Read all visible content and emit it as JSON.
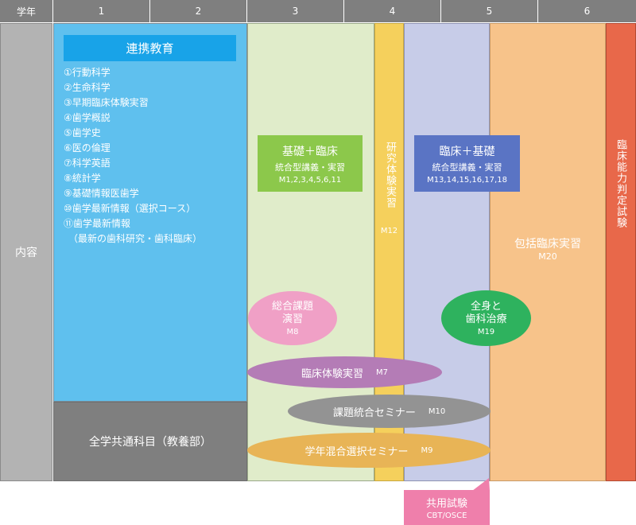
{
  "header": {
    "label": "学年",
    "years": [
      "1",
      "2",
      "3",
      "4",
      "5",
      "6"
    ]
  },
  "row_label": "内容",
  "renkei": {
    "title": "連携教育",
    "items": [
      "①行動科学",
      "②生命科学",
      "③早期臨床体験実習",
      "④歯学概説",
      "⑤歯学史",
      "⑥医の倫理",
      "⑦科学英語",
      "⑧統計学",
      "⑨基礎情報医歯学",
      "⑩歯学最新情報（選択コース）",
      "⑪歯学最新情報",
      "（最新の歯科研究・歯科臨床）"
    ]
  },
  "zengaku": "全学共通科目（教養部）",
  "kiso_rinsho": {
    "title": "基礎＋臨床",
    "sub": "統合型講義・実習",
    "code": "M1,2,3,4,5,6,11"
  },
  "kenkyu": {
    "title": "研究体験実習",
    "code": "M12"
  },
  "rinsho_kiso": {
    "title": "臨床＋基礎",
    "sub": "統合型講義・実習",
    "code": "M13,14,15,16,17,18"
  },
  "houkatsu": {
    "title": "包括臨床実習",
    "code": "M20"
  },
  "shiken": "臨床能力判定試験",
  "sogo_kadai": {
    "line1": "総合課題",
    "line2": "演習",
    "code": "M8"
  },
  "zenshin": {
    "line1": "全身と",
    "line2": "歯科治療",
    "code": "M19"
  },
  "rinsho_taiken": {
    "title": "臨床体験実習",
    "code": "M7"
  },
  "kadai_togo": {
    "title": "課題統合セミナー",
    "code": "M10"
  },
  "gakunen": {
    "title": "学年混合選択セミナー",
    "code": "M9"
  },
  "kyoyo": {
    "title": "共用試験",
    "sub": "CBT/OSCE"
  },
  "colors": {
    "header": "#7f7f7f",
    "blue": "#5fc0ee",
    "green_pale": "#e0ecca",
    "lavender": "#c7cce8",
    "orange": "#f7c38a",
    "red": "#e8684a",
    "yellow": "#f5d05c",
    "gray": "#939393",
    "pink": "#f0a0c6"
  }
}
